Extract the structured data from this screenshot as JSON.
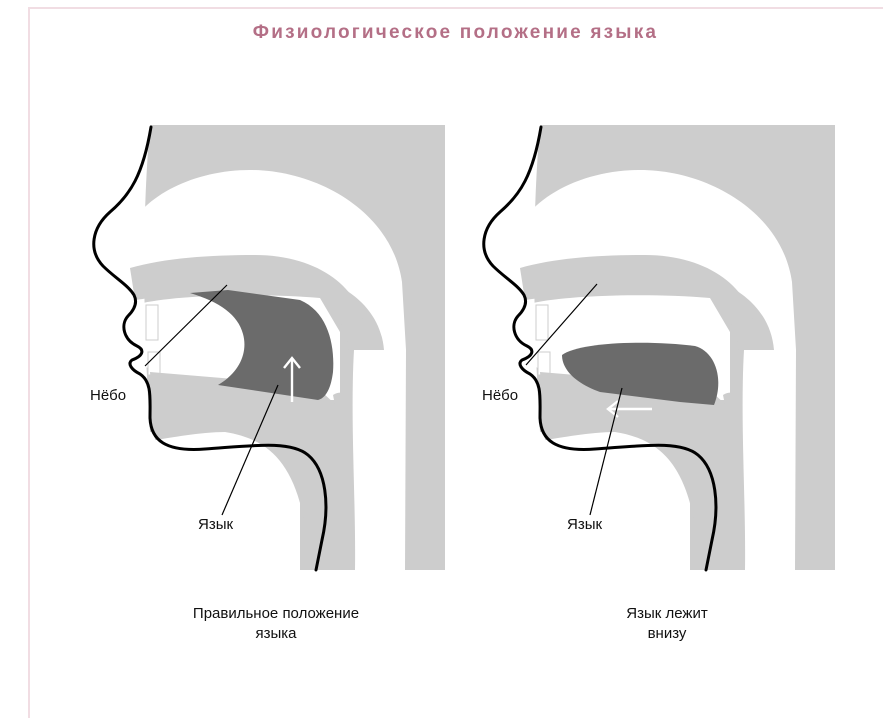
{
  "title": "Физиологическое положение языка",
  "colors": {
    "title": "#b46f86",
    "frame": "#f1dde3",
    "soft_tissue": "#cdcdcd",
    "tongue": "#6b6b6b",
    "outline": "#000000"
  },
  "panels": [
    {
      "palate_label": "Нёбо",
      "tongue_label": "Язык",
      "arrow": "arrow-up",
      "caption_lines": [
        "Правильное положение",
        "языка"
      ]
    },
    {
      "palate_label": "Нёбо",
      "tongue_label": "Язык",
      "arrow": "arrow-left",
      "caption_lines": [
        "Язык лежит",
        "внизу"
      ]
    }
  ]
}
